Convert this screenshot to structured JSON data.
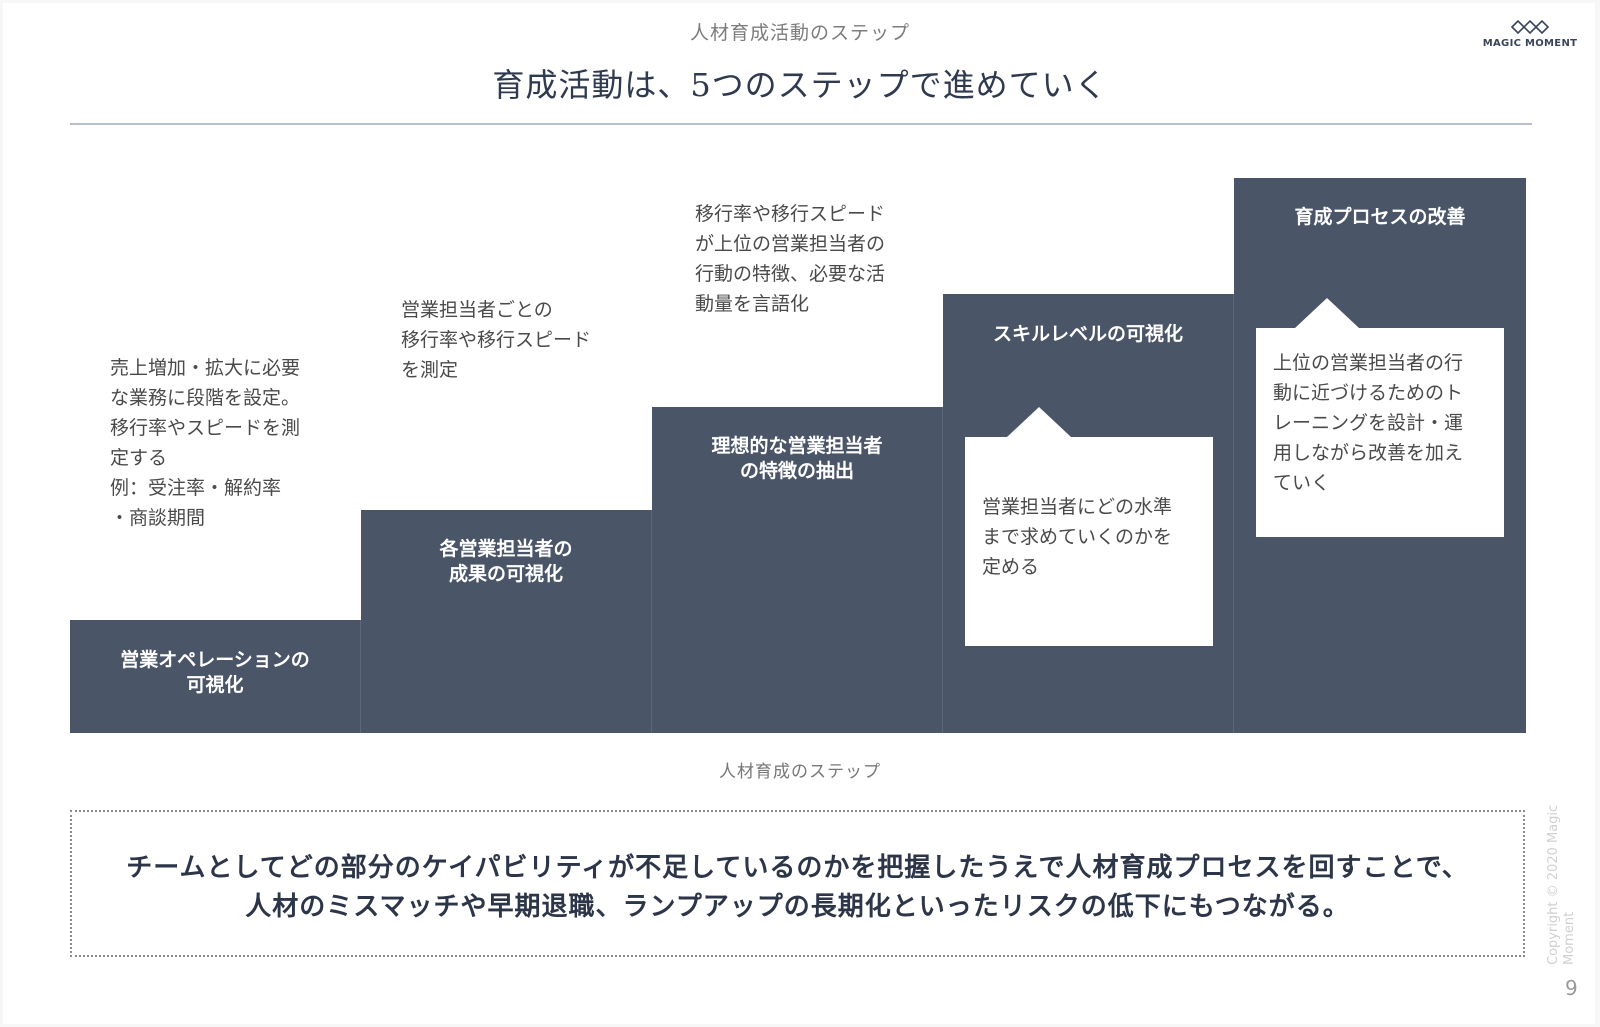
{
  "header": {
    "section_label": "人材育成活動のステップ",
    "title": "育成活動は、5つのステップで進めていく"
  },
  "logo": {
    "text": "MAGIC MOMENT"
  },
  "steps": [
    {
      "label": "営業オペレーションの\n可視化",
      "callout": "売上増加・拡大に必要\nな業務に段階を設定。\n移行率やスピードを測\n定する\n例：受注率・解約率\n・商談期間"
    },
    {
      "label": "各営業担当者の\n成果の可視化",
      "callout": "営業担当者ごとの\n移行率や移行スピード\nを測定"
    },
    {
      "label": "理想的な営業担当者\nの特徴の抽出",
      "callout": "移行率や移行スピード\nが上位の営業担当者の\n行動の特徴、必要な活\n動量を言語化"
    },
    {
      "label": "スキルレベルの可視化",
      "callout": "営業担当者にどの水準\nまで求めていくのかを\n定める"
    },
    {
      "label": "育成プロセスの改善",
      "callout": "上位の営業担当者の行\n動に近づけるためのト\nレーニングを設計・運\n用しながら改善を加え\nていく"
    }
  ],
  "axis_caption": "人材育成のステップ",
  "conclusion": {
    "line1": "チームとしてどの部分のケイパビリティが不足しているのかを把握したうえで人材育成プロセスを回すことで、",
    "line2": "人材のミスマッチや早期退職、ランプアップの長期化といったリスクの低下にもつながる。"
  },
  "footer": {
    "copyright": "Copyright © 2020 Magic Moment",
    "page_number": "9"
  },
  "colors": {
    "step_fill": "#4b5568",
    "title_text": "#2f3a4e",
    "callout_fill": "#ffffff"
  }
}
